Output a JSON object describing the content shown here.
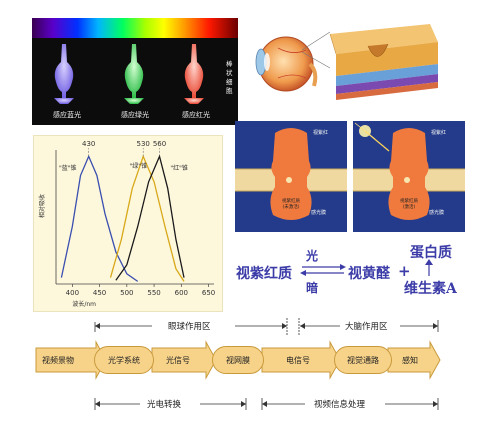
{
  "cones": {
    "labels": [
      "感应蓝光",
      "感应绿光",
      "感应红光"
    ],
    "rod_label": "棒状细胞",
    "colors": [
      "#8f7dff",
      "#42e05c",
      "#ff6a54"
    ]
  },
  "retina_labels": [
    "",
    "",
    "",
    "",
    "",
    ""
  ],
  "chart_data": {
    "type": "line",
    "series": [
      {
        "name": "蓝锥",
        "peak": 430,
        "values": [
          [
            380,
            0.05
          ],
          [
            400,
            0.45
          ],
          [
            415,
            0.85
          ],
          [
            430,
            1.0
          ],
          [
            445,
            0.85
          ],
          [
            460,
            0.55
          ],
          [
            480,
            0.25
          ],
          [
            500,
            0.08
          ],
          [
            520,
            0.02
          ]
        ]
      },
      {
        "name": "绿锥",
        "peak": 530,
        "values": [
          [
            470,
            0.05
          ],
          [
            490,
            0.35
          ],
          [
            510,
            0.75
          ],
          [
            530,
            1.0
          ],
          [
            550,
            0.8
          ],
          [
            570,
            0.45
          ],
          [
            590,
            0.12
          ],
          [
            605,
            0.02
          ]
        ]
      },
      {
        "name": "红锥",
        "peak": 560,
        "values": [
          [
            480,
            0.03
          ],
          [
            500,
            0.15
          ],
          [
            520,
            0.45
          ],
          [
            540,
            0.8
          ],
          [
            560,
            1.0
          ],
          [
            575,
            0.75
          ],
          [
            590,
            0.35
          ],
          [
            605,
            0.05
          ]
        ]
      }
    ],
    "legend": [
      "\"蓝\"锥",
      "\"绿\"锥",
      "\"红\"锥"
    ],
    "peak_labels": [
      "430",
      "530",
      "560"
    ],
    "xticks": [
      "400",
      "450",
      "500",
      "550",
      "600",
      "650"
    ],
    "xlabel": "波长/nm",
    "ylabel": "相对吸收",
    "xlim": [
      370,
      660
    ],
    "ylim": [
      0,
      1.05
    ]
  },
  "pigments": {
    "box1": {
      "top_label": "视紫红",
      "inner": "视紫红质\n(未激活)",
      "side_label": "感光膜"
    },
    "box2": {
      "top_label": "视紫红",
      "inner": "视紫红质\n(激活)",
      "side_label": "感光膜"
    }
  },
  "equation": {
    "left": "视紫红质",
    "arrow_top": "光",
    "arrow_bottom": "暗",
    "middle": "视黄醛",
    "plus": "+",
    "right_top": "蛋白质",
    "right_bottom": "维生素A"
  },
  "zones": {
    "eye": "眼球作用区",
    "brain": "大脑作用区"
  },
  "pathway": {
    "ovals": [
      "光学系统",
      "视网膜",
      "视觉通路"
    ],
    "arrows": [
      "视频景物",
      "光信号",
      "电信号",
      "感知"
    ]
  },
  "bottom": {
    "left": "光电转换",
    "right": "视频信息处理"
  }
}
